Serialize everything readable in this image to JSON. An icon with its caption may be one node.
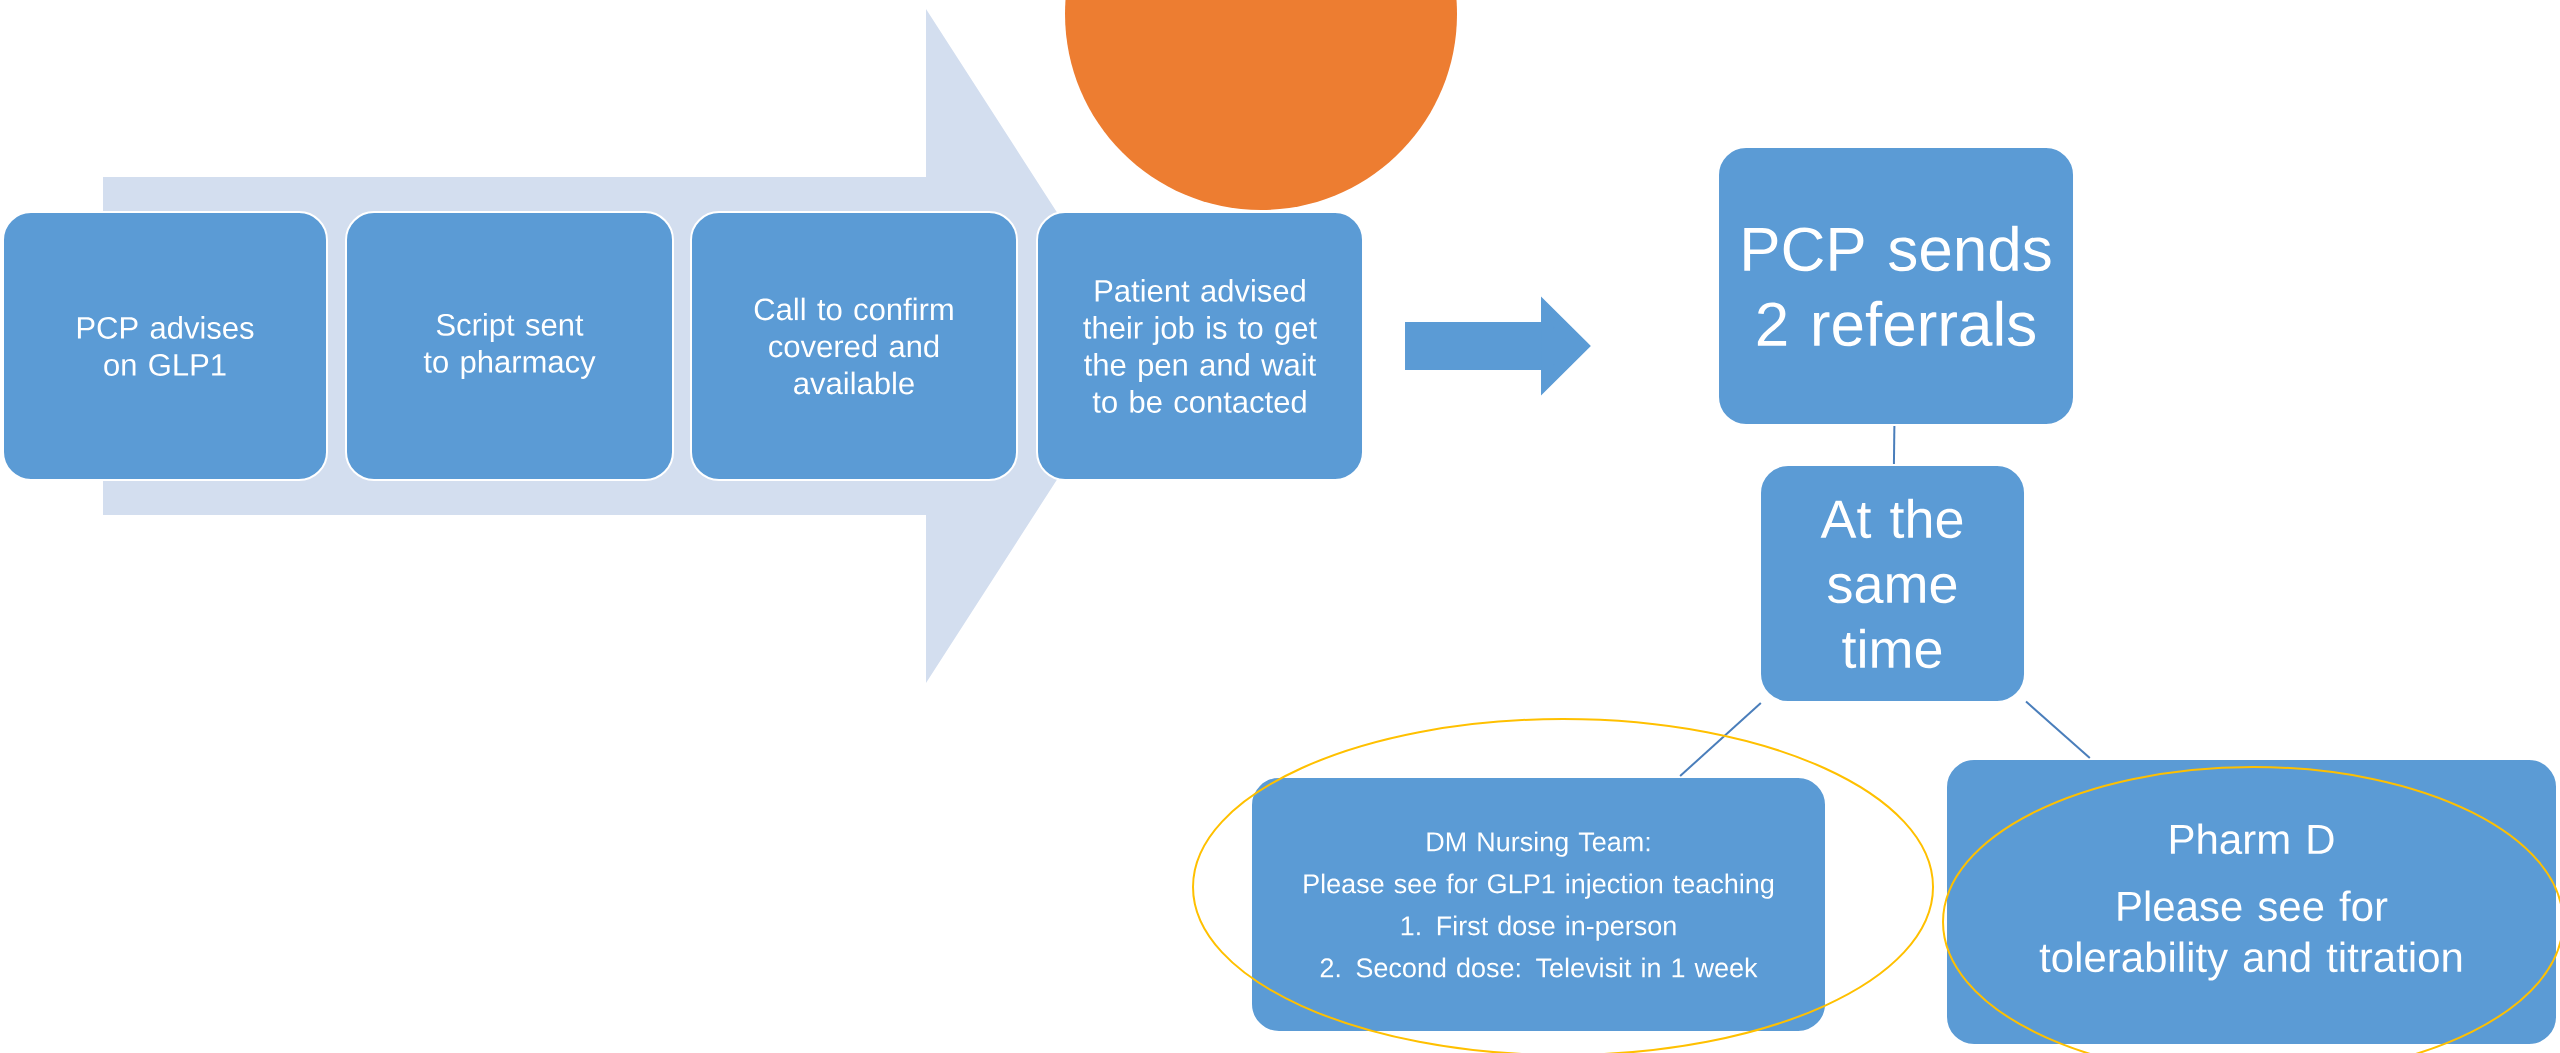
{
  "diagram": {
    "nodes": [
      {
        "text": [
          "PCP advises on GLP1"
        ]
      },
      {
        "text": [
          "Script sent to pharmacy"
        ]
      },
      {
        "text": [
          "Call to confirm covered and available"
        ]
      },
      {
        "text": [
          "Patient advised their job is to get the pen and wait to be contacted"
        ]
      },
      {
        "text": [
          "PCP sends 2 referrals"
        ]
      },
      {
        "text": [
          "At the same time"
        ]
      },
      {
        "text": [
          "DM Nursing Team:",
          "Please see for GLP1 injection teaching",
          "1. First dose in-person",
          "2. Second dose: Televisit in 1 week"
        ]
      },
      {
        "text": [
          "Pharm D",
          "Please see for tolerability and titration"
        ]
      }
    ],
    "edges": [
      {
        "from": 3,
        "to": 4,
        "arrow": "to",
        "style": "thick"
      },
      {
        "from": 4,
        "to": 5,
        "arrow": "none"
      },
      {
        "from": 5,
        "to": 6,
        "arrow": "none"
      },
      {
        "from": 5,
        "to": 7,
        "arrow": "none"
      },
      {
        "from": 0,
        "to": 3,
        "arrow": "to",
        "style": "thick",
        "color": "#d3deef"
      }
    ]
  }
}
